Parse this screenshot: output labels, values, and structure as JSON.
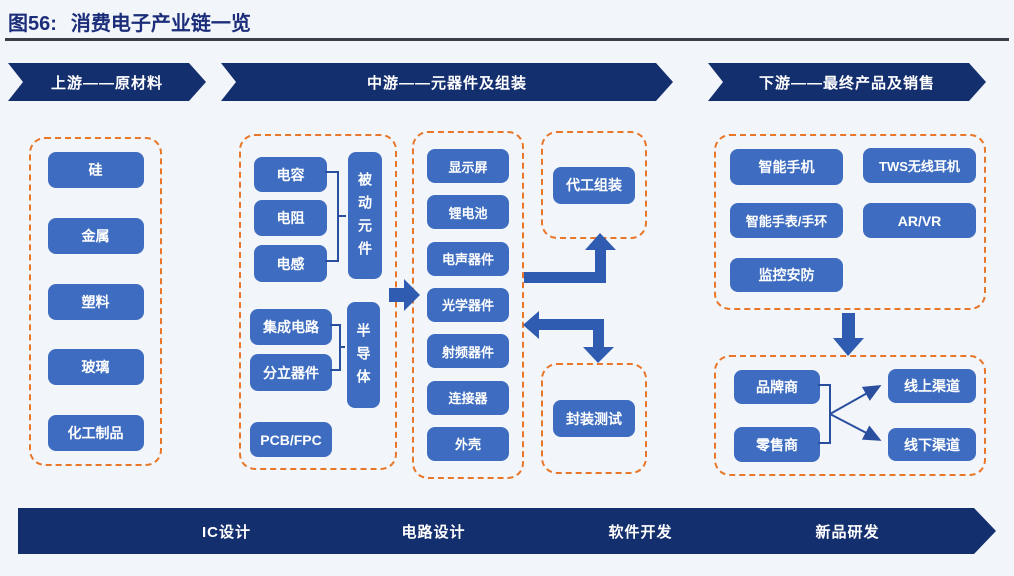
{
  "figure": {
    "label": "图56:",
    "title": "消费电子产业链一览"
  },
  "stages": {
    "upstream_banner": "上游——原材料",
    "midstream_banner": "中游——元器件及组装",
    "downstream_banner": "下游——最终产品及销售"
  },
  "upstream": {
    "materials": [
      "硅",
      "金属",
      "塑料",
      "玻璃",
      "化工制品"
    ]
  },
  "midstream": {
    "passive": {
      "items": [
        "电容",
        "电阻",
        "电感"
      ],
      "group_label": "被动元件"
    },
    "semiconductor": {
      "items": [
        "集成电路",
        "分立器件"
      ],
      "group_label": "半导体"
    },
    "pcb": "PCB/FPC",
    "components": [
      "显示屏",
      "锂电池",
      "电声器件",
      "光学器件",
      "射频器件",
      "连接器",
      "外壳"
    ],
    "oem_assembly": "代工组装",
    "package_testing": "封装测试"
  },
  "downstream": {
    "products": [
      "智能手机",
      "TWS无线耳机",
      "智能手表/手环",
      "AR/VR",
      "监控安防"
    ],
    "sales": {
      "sellers": [
        "品牌商",
        "零售商"
      ],
      "channels": [
        "线上渠道",
        "线下渠道"
      ]
    }
  },
  "base_activities": [
    "IC设计",
    "电路设计",
    "软件开发",
    "新品研发"
  ],
  "colors": {
    "navy": "#142f6e",
    "box_blue": "#3d6cc0",
    "arrow_blue": "#2f5cb0",
    "connector_blue": "#2a4f9f",
    "dashed_orange": "#e8772a",
    "title_blue": "#1c2e7a",
    "underline_dark": "#3a3f47",
    "background": "#f2f5fa"
  }
}
